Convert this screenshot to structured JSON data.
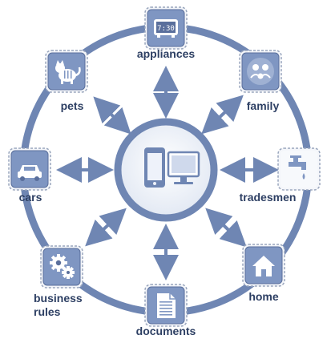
{
  "diagram": {
    "colors": {
      "ring": "#6f86b3",
      "ring_dark": "#5a6f9c",
      "tile_fill": "#7f96c2",
      "tile_border": "#9aa6bd",
      "arrow": "#6f86b3",
      "label": "#2d3f63"
    },
    "center": {
      "icon": "phone-and-monitor-icon"
    },
    "nodes": [
      {
        "id": "appliances",
        "label": "appliances",
        "icon": "clock-display-icon",
        "clock_text": "7:30"
      },
      {
        "id": "family",
        "label": "family",
        "icon": "people-group-icon"
      },
      {
        "id": "tradesmen",
        "label": "tradesmen",
        "icon": "water-tap-icon"
      },
      {
        "id": "home",
        "label": "home",
        "icon": "house-icon"
      },
      {
        "id": "documents",
        "label": "documents",
        "icon": "document-icon"
      },
      {
        "id": "business-rules",
        "label_lines": [
          "business",
          "rules"
        ],
        "icon": "gears-icon"
      },
      {
        "id": "cars",
        "label": "cars",
        "icon": "car-icon"
      },
      {
        "id": "pets",
        "label": "pets",
        "icon": "cat-icon"
      }
    ]
  }
}
